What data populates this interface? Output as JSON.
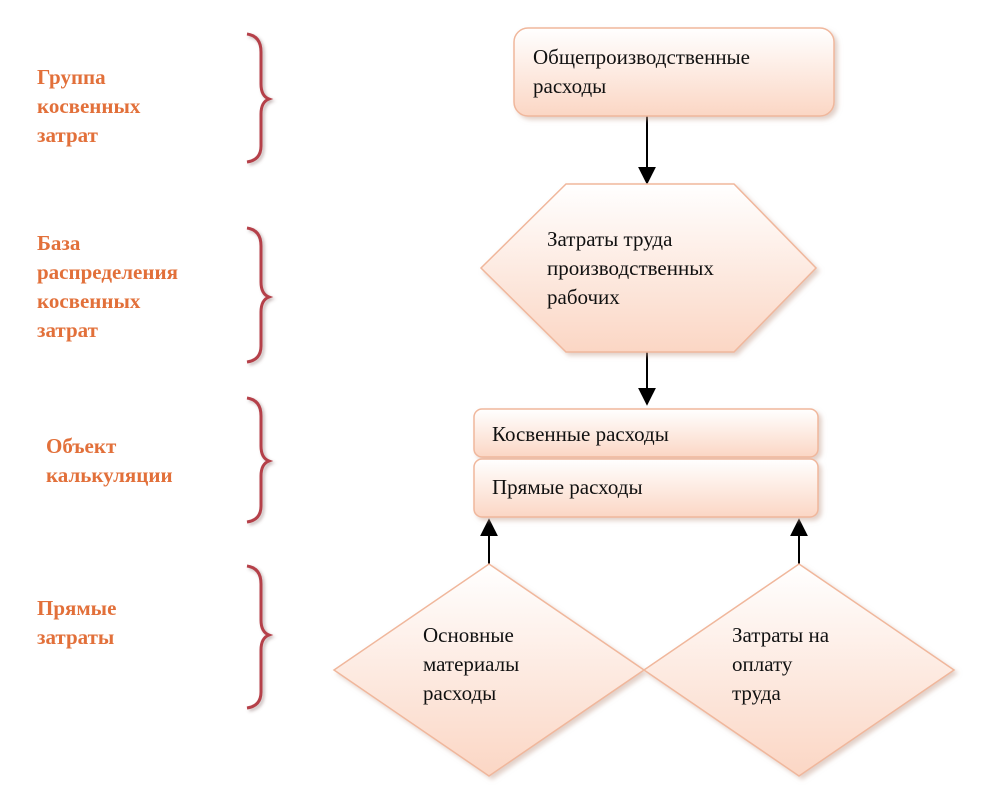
{
  "left_labels": [
    {
      "lines": [
        "Группа",
        "косвенных",
        "затрат"
      ]
    },
    {
      "lines": [
        "База",
        "распределения",
        "косвенных",
        "затрат"
      ]
    },
    {
      "lines": [
        "Объект",
        "калькуляции"
      ]
    },
    {
      "lines": [
        "Прямые",
        "затраты"
      ]
    }
  ],
  "nodes": {
    "overhead": {
      "lines": [
        "Общепроизводственные",
        "расходы"
      ]
    },
    "labor_base": {
      "lines": [
        "Затраты труда",
        "производственных",
        "рабочих"
      ]
    },
    "indirect": {
      "text": "Косвенные расходы"
    },
    "direct": {
      "text": "Прямые  расходы"
    },
    "materials": {
      "lines": [
        "Основные",
        "материалы",
        "расходы"
      ]
    },
    "wages": {
      "lines": [
        "Затраты на",
        "оплату",
        "труда"
      ]
    }
  },
  "colors": {
    "label": "#e2703a",
    "brace": "#b5404a",
    "shape_fill_top": "#ffffff",
    "shape_fill_bottom": "#fbd6c4",
    "shape_stroke": "#f0b79c"
  }
}
